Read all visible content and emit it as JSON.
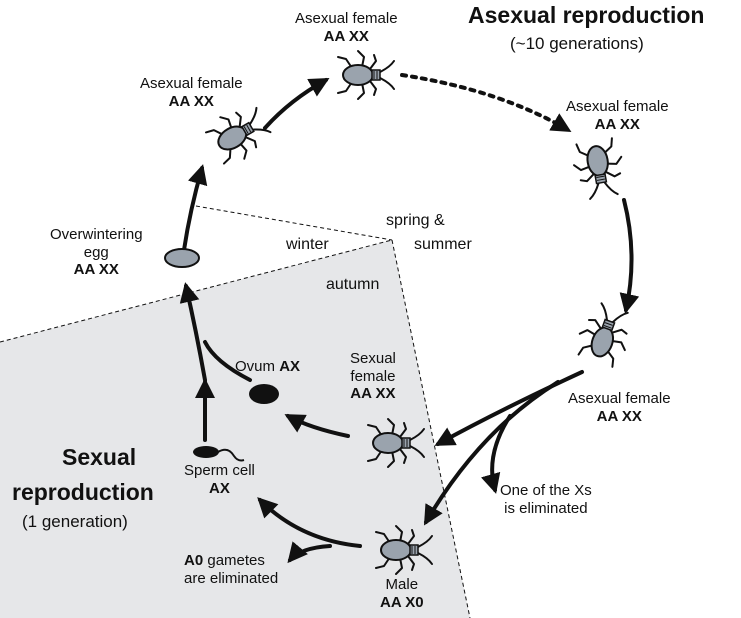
{
  "titles": {
    "asexual": "Asexual reproduction",
    "asexual_note": "(~10 generations)",
    "sexual_line1": "Sexual",
    "sexual_line2": "reproduction",
    "sexual_note": "(1 generation)"
  },
  "seasons": {
    "winter": "winter",
    "spring_line1": "spring &",
    "spring_line2": "summer",
    "autumn": "autumn"
  },
  "stages": {
    "top": {
      "label": "Asexual female",
      "genotype": "AA XX"
    },
    "upper_left": {
      "label": "Asexual female",
      "genotype": "AA XX"
    },
    "right_upper": {
      "label": "Asexual female",
      "genotype": "AA XX"
    },
    "right_lower": {
      "label": "Asexual female",
      "genotype": "AA XX"
    },
    "sexual_female": {
      "line1": "Sexual",
      "line2": "female",
      "genotype": "AA XX"
    },
    "male": {
      "label": "Male",
      "genotype": "AA X0"
    },
    "egg": {
      "line1": "Overwintering",
      "line2": "egg",
      "genotype": "AA XX"
    },
    "ovum": {
      "label": "Ovum",
      "genotype": "AX"
    },
    "sperm": {
      "label": "Sperm cell",
      "genotype": "AX"
    }
  },
  "notes": {
    "x_eliminated_line1": "One of the Xs",
    "x_eliminated_line2": "is eliminated",
    "a0_bold": "A0",
    "a0_rest": " gametes",
    "a0_line2": "are eliminated"
  },
  "colors": {
    "insect_body": "#9aa3ad",
    "autumn_shading": "#e6e7e9",
    "ink": "#111111"
  }
}
